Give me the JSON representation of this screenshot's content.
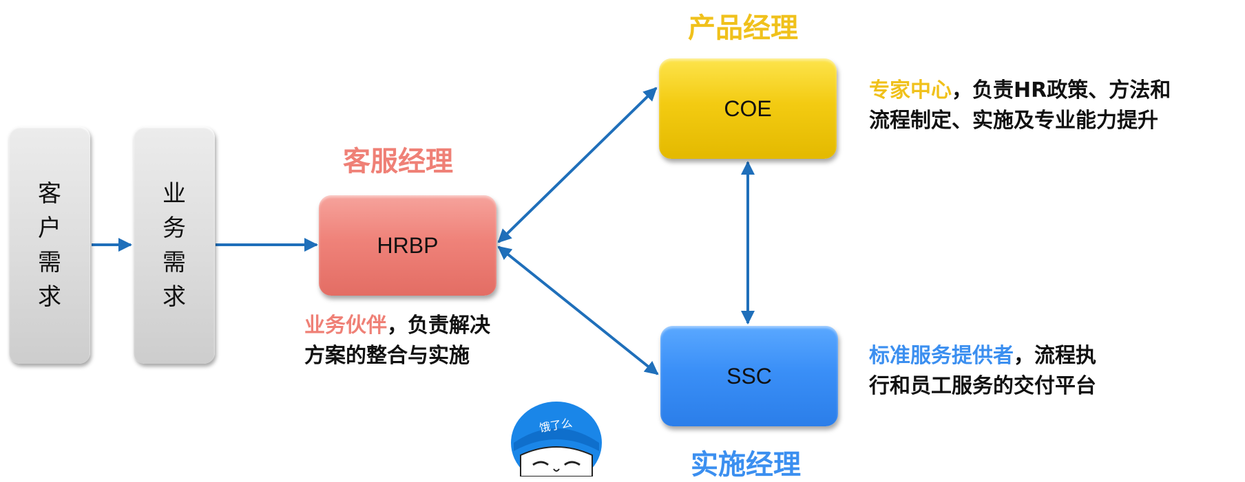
{
  "nodes": {
    "customer": {
      "chars": [
        "客",
        "户",
        "需",
        "求"
      ]
    },
    "business": {
      "chars": [
        "业",
        "务",
        "需",
        "求"
      ]
    },
    "hrbp": {
      "label": "HRBP",
      "role": "客服经理"
    },
    "coe": {
      "label": "COE",
      "role": "产品经理"
    },
    "ssc": {
      "label": "SSC",
      "role": "实施经理"
    }
  },
  "descriptions": {
    "hrbp": {
      "highlight": "业务伙伴",
      "line1_rest": "，负责解决",
      "line2": "方案的整合与实施"
    },
    "coe": {
      "highlight": "专家中心",
      "line1_rest": "，负责HR政策、方法和",
      "line2": "流程制定、实施及专业能力提升"
    },
    "ssc": {
      "highlight": "标准服务提供者",
      "line1_rest": "，流程执",
      "line2": "行和员工服务的交付平台"
    }
  },
  "mascot": {
    "badge": "饿了么",
    "icon": "delivery-rider-helmet-icon"
  },
  "colors": {
    "arrow": "#1f6fba",
    "hrbp_role": "#ef8076",
    "coe_role": "#f0c11c",
    "ssc_role": "#3b8ff0",
    "coe_highlight": "#f0c11c",
    "ssc_highlight": "#3b8ff0",
    "hrbp_highlight": "#ef8076"
  }
}
